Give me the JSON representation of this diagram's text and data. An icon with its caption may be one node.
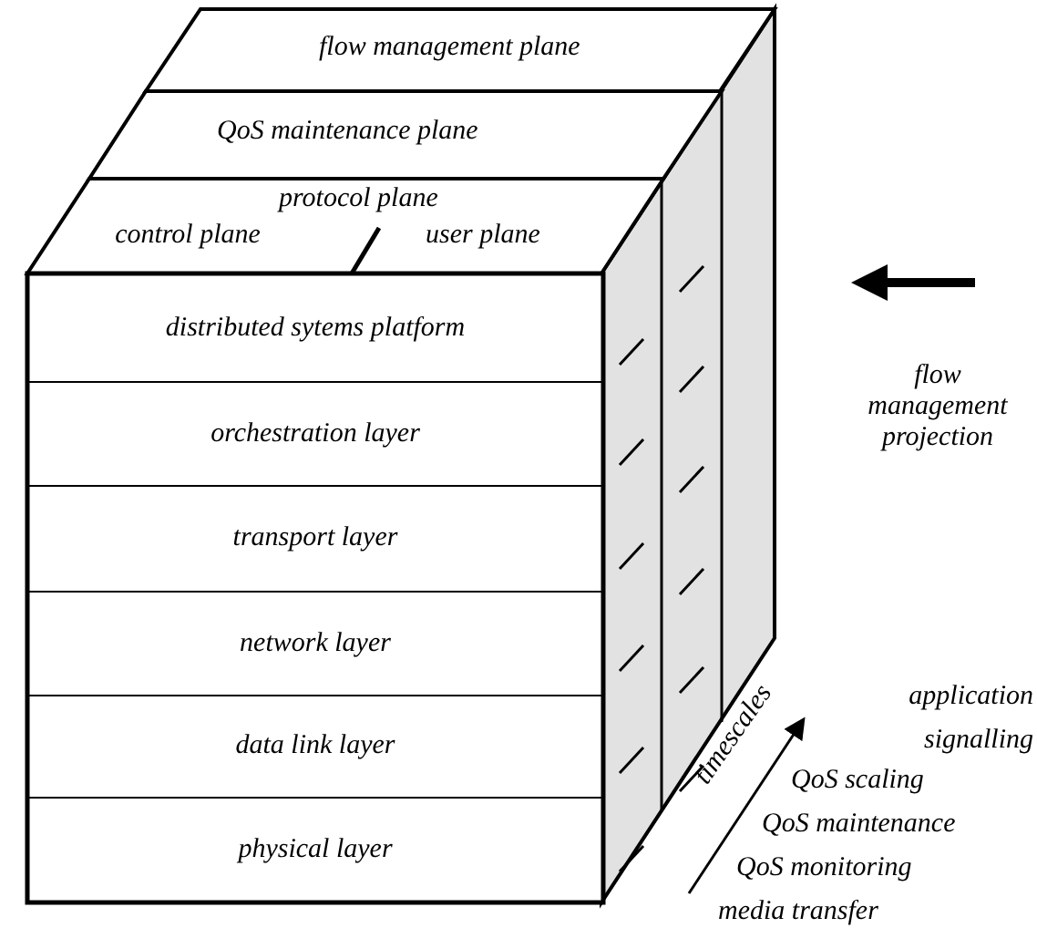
{
  "diagram": {
    "nodes": [
      {
        "text": [
          "flow management plane"
        ]
      },
      {
        "text": [
          "QoS  maintenance plane"
        ]
      },
      {
        "text": [
          "protocol plane"
        ]
      },
      {
        "text": [
          "control plane"
        ],
        "in": 2
      },
      {
        "text": [
          "user plane"
        ],
        "in": 2
      },
      {
        "text": [
          "distributed sytems platform"
        ]
      },
      {
        "text": [
          "orchestration layer"
        ]
      },
      {
        "text": [
          "transport  layer"
        ]
      },
      {
        "text": [
          "network  layer"
        ]
      },
      {
        "text": [
          "data link layer"
        ]
      },
      {
        "text": [
          "physical layer"
        ]
      }
    ],
    "labels": [
      "flow management projection",
      "timescales",
      "application signalling",
      "QoS  scaling",
      "QoS maintenance",
      "QoS monitoring",
      "media  transfer"
    ]
  }
}
